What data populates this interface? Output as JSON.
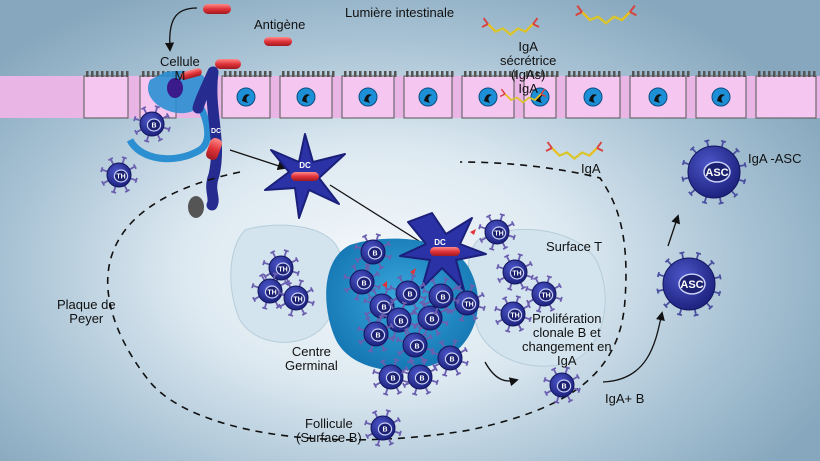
{
  "labels": {
    "lumen": "Lumière intestinale",
    "antigen": "Antigène",
    "m_cell": "Cellule\nM",
    "iga_secretory": "IgA\nsécrétrice\n(IgAs)\nIgA",
    "iga": "IgA",
    "iga_asc": "IgA -ASC",
    "surface_t": "Surface  T",
    "peyer_patch": "Plaque de\nPeyer",
    "proliferation": "Prolifération\nclonale B et\nchangement en\nIgA",
    "germinal_center": "Centre\nGerminal",
    "iga_b": "IgA+ B",
    "follicle": "Follicule\n(Surface B)"
  },
  "cell_labels": {
    "dendritic": "DC",
    "b_cell": "B",
    "t_helper": "TH",
    "asc": "ASC"
  },
  "colors": {
    "epithelium": "#f4c6f0",
    "cell_body": "#262b8f",
    "cell_light": "#5a64cc",
    "zone": "#cfe2ec",
    "germinal": "#1e90c8",
    "antigen": "#e0343a",
    "iga_gold": "#e8c01e",
    "iga_red": "#d9423f"
  }
}
